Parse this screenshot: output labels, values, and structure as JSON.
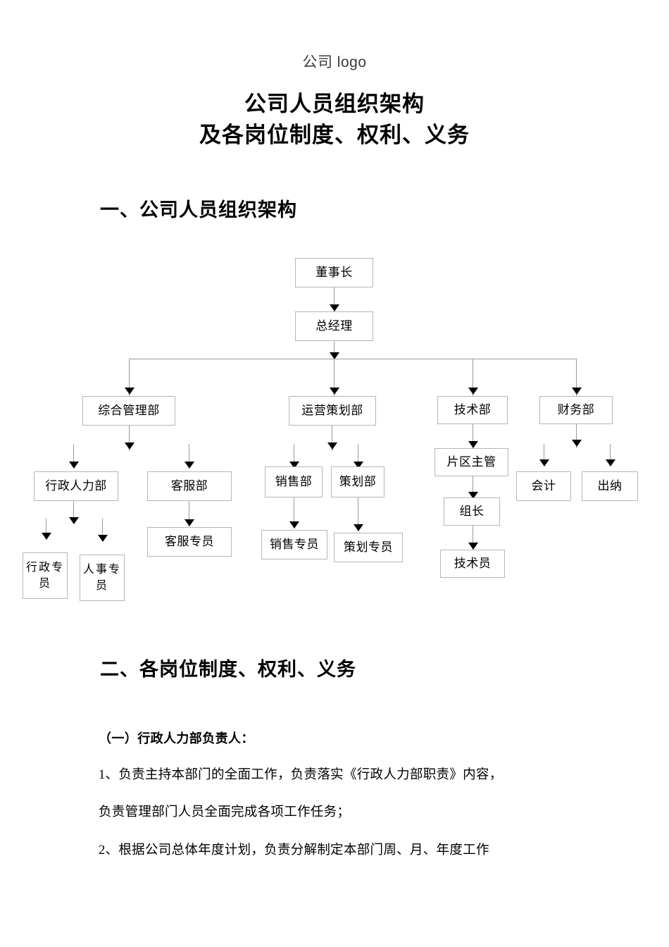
{
  "header": {
    "logo_text": "公司 logo",
    "title_line1": "公司人员组织架构",
    "title_line2": "及各岗位制度、权利、义务"
  },
  "sections": {
    "section1_heading": "一、公司人员组织架构",
    "section2_heading": "二、各岗位制度、权利、义务"
  },
  "org_chart": {
    "chairman": "董事长",
    "general_manager": "总经理",
    "departments": [
      "综合管理部",
      "运营策划部",
      "技术部",
      "财务部"
    ],
    "admin_hr_dept": "行政人力部",
    "customer_service_dept": "客服部",
    "admin_specialist": "行政专员",
    "hr_specialist": "人事专员",
    "customer_service_specialist": "客服专员",
    "sales_dept": "销售部",
    "planning_dept": "策划部",
    "sales_specialist": "销售专员",
    "planning_specialist": "策划专员",
    "area_supervisor": "片区主管",
    "team_leader": "组长",
    "technician": "技术员",
    "accountant": "会计",
    "cashier": "出纳"
  },
  "body": {
    "sub_heading": "（一）行政人力部负责人：",
    "paragraph1_line1": "1、负责主持本部门的全面工作，负责落实《行政人力部职责》内容，",
    "paragraph1_line2": "负责管理部门人员全面完成各项工作任务；",
    "paragraph2_line1": "2、根据公司总体年度计划，负责分解制定本部门周、月、年度工作"
  },
  "colors": {
    "text": "#000000",
    "logo_text": "#3b3b3b",
    "box_border": "#b6b6b6",
    "connector": "#9a9a9a",
    "arrow": "#000000",
    "background": "#ffffff"
  }
}
